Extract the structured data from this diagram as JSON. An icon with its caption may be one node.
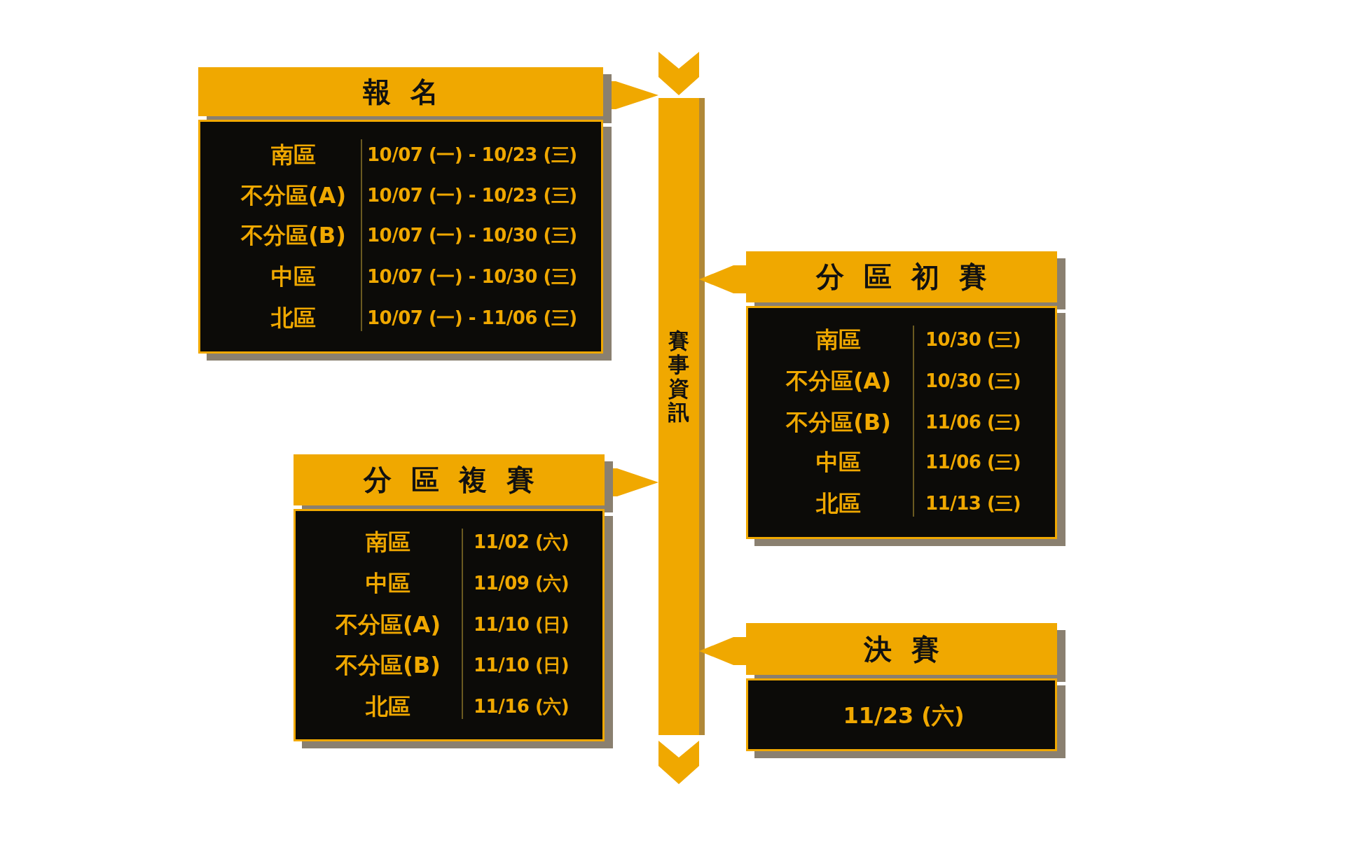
{
  "diagram": {
    "nodes": [
      {
        "text": [
          "賽事資訊"
        ]
      },
      {
        "text": [
          "報名",
          "南區",
          "10/07 (一) - 10/23 (三)",
          "不分區(A)",
          "10/07 (一) - 10/23 (三)",
          "不分區(B)",
          "10/07 (一) - 10/30 (三)",
          "中區",
          "10/07 (一) - 10/30 (三)",
          "北區",
          "10/07 (一) - 11/06 (三)"
        ]
      },
      {
        "text": [
          "分區初賽",
          "南區",
          "10/30 (三)",
          "不分區(A)",
          "10/30 (三)",
          "不分區(B)",
          "11/06 (三)",
          "中區",
          "11/06 (三)",
          "北區",
          "11/13 (三)"
        ]
      },
      {
        "text": [
          "分區複賽",
          "南區",
          "11/02 (六)",
          "中區",
          "11/09 (六)",
          "不分區(A)",
          "11/10 (日)",
          "不分區(B)",
          "11/10 (日)",
          "北區",
          "11/16 (六)"
        ]
      },
      {
        "text": [
          "決賽",
          "11/23 (六)"
        ]
      }
    ],
    "edges": [
      {
        "from": 1,
        "to": 0,
        "arrow": "to"
      },
      {
        "from": 2,
        "to": 0,
        "arrow": "to"
      },
      {
        "from": 3,
        "to": 0,
        "arrow": "to"
      },
      {
        "from": 4,
        "to": 0,
        "arrow": "to"
      }
    ]
  }
}
